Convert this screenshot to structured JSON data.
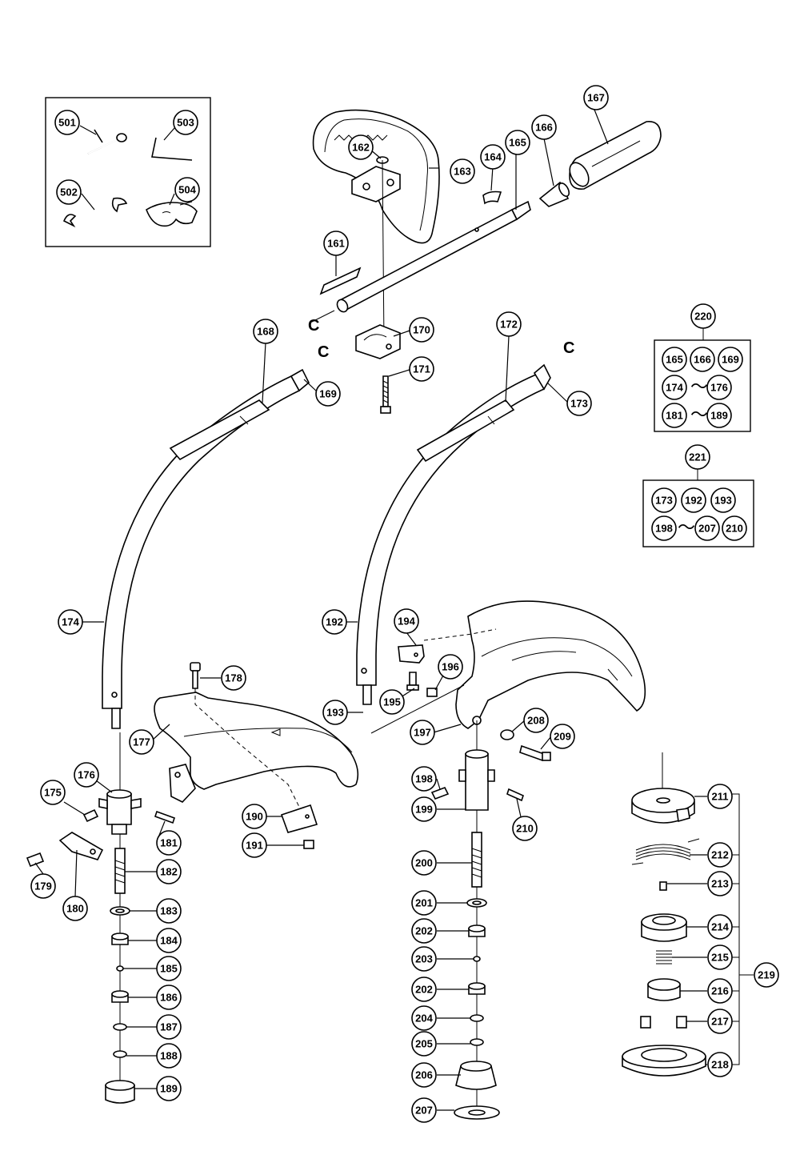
{
  "connector_letters": [
    "C",
    "C",
    "C"
  ],
  "callouts": {
    "c161": "161",
    "c162": "162",
    "c163": "163",
    "c164": "164",
    "c165": "165",
    "c166": "166",
    "c167": "167",
    "c168": "168",
    "c169": "169",
    "c170": "170",
    "c171": "171",
    "c172": "172",
    "c173": "173",
    "c174": "174",
    "c175": "175",
    "c176": "176",
    "c177": "177",
    "c178": "178",
    "c179": "179",
    "c180": "180",
    "c181": "181",
    "c182": "182",
    "c183": "183",
    "c184": "184",
    "c185": "185",
    "c186": "186",
    "c187": "187",
    "c188": "188",
    "c189": "189",
    "c190": "190",
    "c191": "191",
    "c192": "192",
    "c193": "193",
    "c194": "194",
    "c195": "195",
    "c196": "196",
    "c197": "197",
    "c198": "198",
    "c199": "199",
    "c200": "200",
    "c201": "201",
    "c202a": "202",
    "c202b": "202",
    "c203": "203",
    "c204": "204",
    "c205": "205",
    "c206": "206",
    "c207": "207",
    "c208": "208",
    "c209": "209",
    "c210a": "210",
    "c211": "211",
    "c212": "212",
    "c213": "213",
    "c214": "214",
    "c215": "215",
    "c216": "216",
    "c217": "217",
    "c218": "218",
    "c219": "219",
    "c220": "220",
    "c221": "221",
    "c501": "501",
    "c502": "502",
    "c503": "503",
    "c504": "504"
  },
  "kit_220": {
    "label": "220",
    "row1": [
      "165",
      "166",
      "169"
    ],
    "row2": [
      "174",
      "176"
    ],
    "row3": [
      "181",
      "189"
    ],
    "range_symbol": "～"
  },
  "kit_221": {
    "label": "221",
    "row1": [
      "173",
      "192",
      "193"
    ],
    "row2": [
      "198",
      "207",
      "210"
    ],
    "range_symbol": "～"
  }
}
